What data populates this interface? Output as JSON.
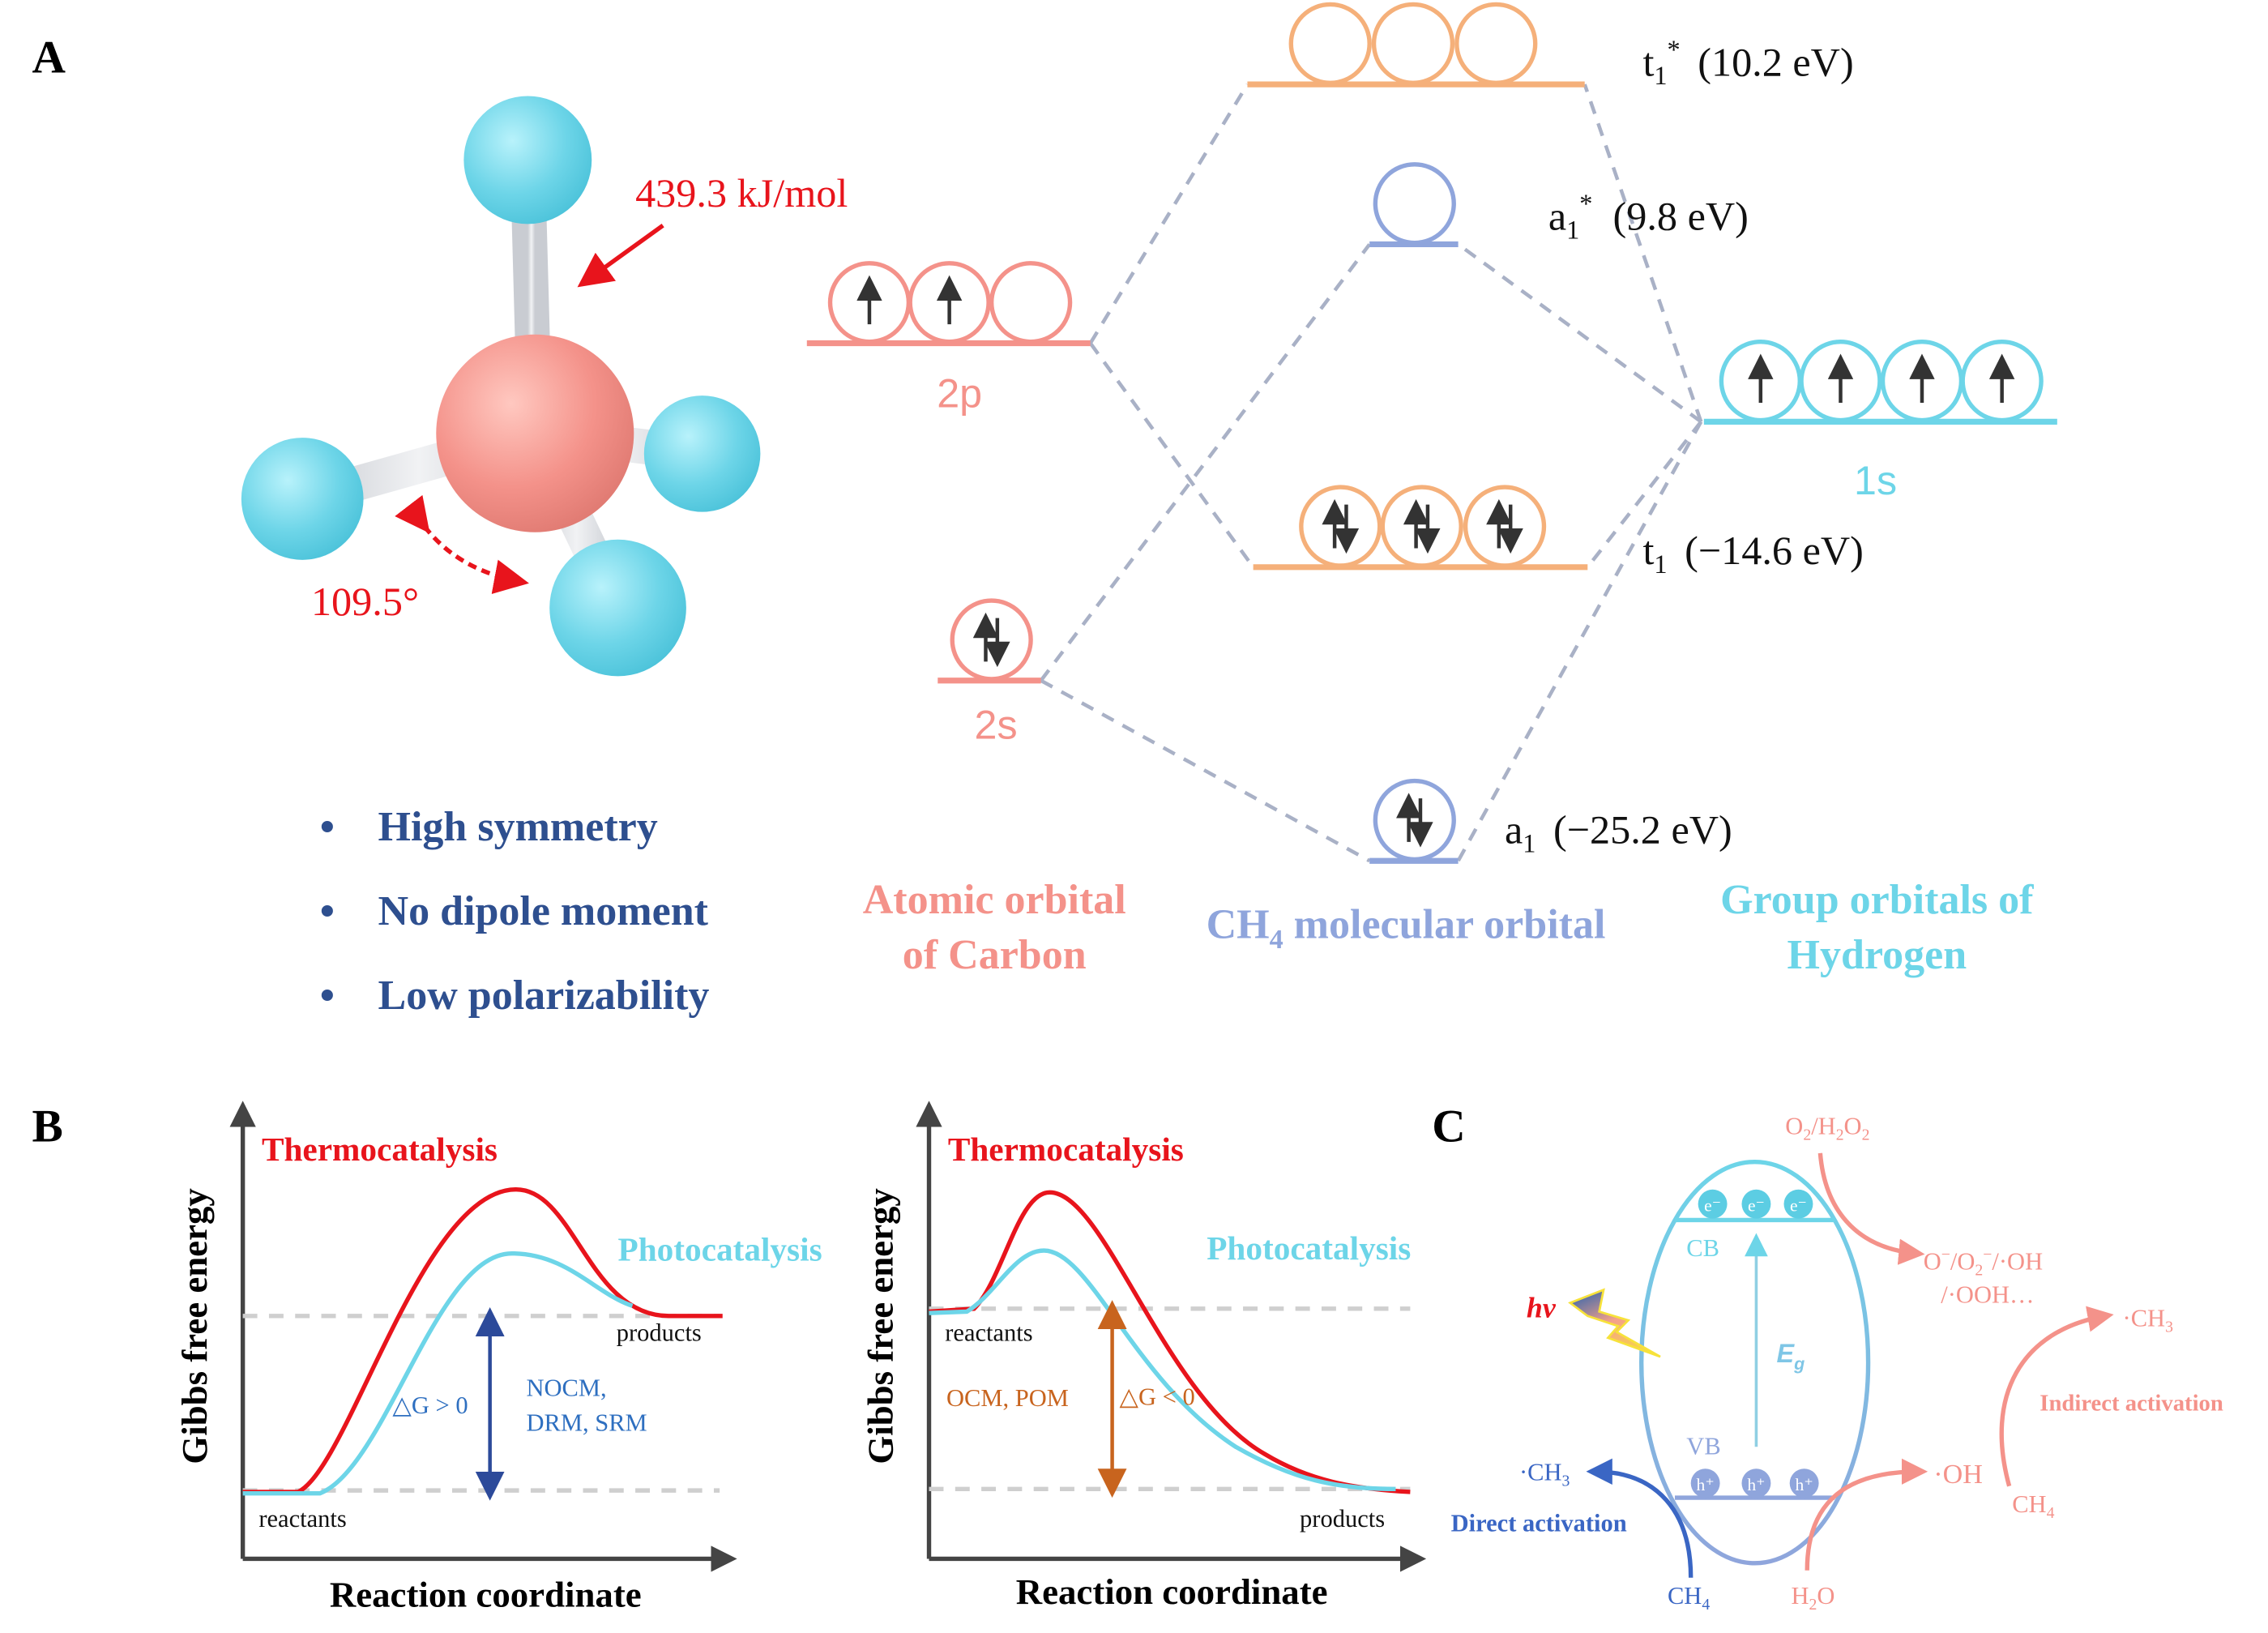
{
  "panels": {
    "a": "A",
    "b": "B",
    "c": "C"
  },
  "panel_a": {
    "bond_energy": "439.3 kJ/mol",
    "bond_angle": "109.5°",
    "properties": [
      "High symmetry",
      "No dipole moment",
      "Low polarizability"
    ],
    "bullet": "•",
    "orbital_labels": {
      "2p": "2p",
      "2s": "2s",
      "1s": "1s"
    },
    "levels": {
      "t1_star": {
        "sym": "t",
        "sub": "1",
        "sup": "*",
        "energy": "(10.2 eV)"
      },
      "a1_star": {
        "sym": "a",
        "sub": "1",
        "sup": "*",
        "energy": "(9.8 eV)"
      },
      "t1": {
        "sym": "t",
        "sub": "1",
        "energy": "(−14.6 eV)"
      },
      "a1": {
        "sym": "a",
        "sub": "1",
        "energy": "(−25.2 eV)"
      }
    },
    "columns": {
      "carbon": [
        "Atomic orbital",
        "of Carbon"
      ],
      "molecular": {
        "pre": "CH",
        "sub": "4",
        "post": " molecular orbital"
      },
      "hydrogen": [
        "Group orbitals of",
        "Hydrogen"
      ]
    },
    "colors": {
      "carbon": "#f4928a",
      "molecular_orange": "#f5b07a",
      "molecular_blue": "#8fa5dc",
      "hydrogen": "#6dd5e8",
      "text_blue": "#2e4f8f",
      "red": "#e8141c"
    }
  },
  "panel_b": {
    "charts": [
      {
        "title_thermo": "Thermocatalysis",
        "title_photo": "Photocatalysis",
        "ylabel": "Gibbs free energy",
        "xlabel": "Reaction coordinate",
        "start_label": "reactants",
        "end_label": "products",
        "delta": "△G > 0",
        "reactions": [
          "NOCM,",
          "DRM, SRM"
        ]
      },
      {
        "title_thermo": "Thermocatalysis",
        "title_photo": "Photocatalysis",
        "ylabel": "Gibbs free energy",
        "xlabel": "Reaction coordinate",
        "start_label": "reactants",
        "end_label": "products",
        "delta": "△G < 0",
        "reactions": [
          "OCM, POM"
        ]
      }
    ]
  },
  "panel_c": {
    "oxidant": {
      "t1": "O",
      "s1": "2",
      "t2": "/H",
      "s2": "2",
      "t3": "O",
      "s3": "2"
    },
    "ros_line1": {
      "t1": "O",
      "sup1": "−",
      "t2": "/O",
      "s2": "2",
      "sup2": "−",
      "t3": "/·OH"
    },
    "ros_line2": "/·OOH…",
    "cb": "CB",
    "vb": "VB",
    "eg": {
      "main": "E",
      "sub": "g"
    },
    "hv": "hv",
    "electron": "e⁻",
    "hole": "h⁺",
    "ch3_indirect": {
      "pre": "·CH",
      "sub": "3"
    },
    "indirect": "Indirect activation",
    "ch4_indirect": {
      "pre": "CH",
      "sub": "4"
    },
    "oh": "·OH",
    "h2o": {
      "pre": "H",
      "sub": "2",
      "post": "O"
    },
    "ch3_direct": {
      "pre": "·CH",
      "sub": "3"
    },
    "direct": "Direct activation",
    "ch4_direct": {
      "pre": "CH",
      "sub": "4"
    }
  }
}
